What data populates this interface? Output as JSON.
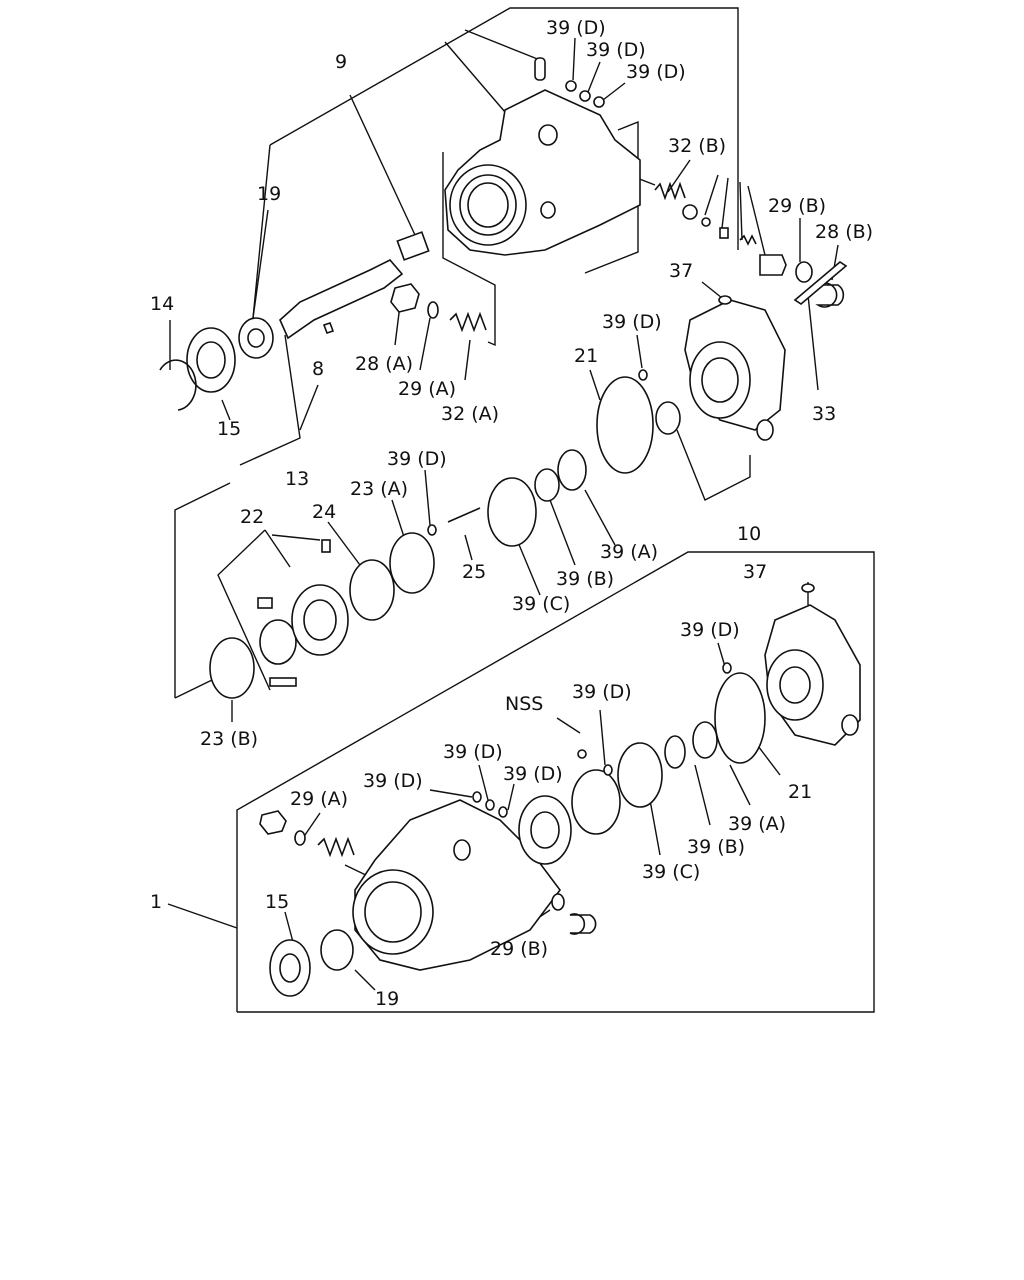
{
  "diagram": {
    "colors": {
      "ink": "#111111",
      "background": "#ffffff"
    },
    "labels": {
      "l9": "9",
      "l19a": "19",
      "l14": "14",
      "l15a": "15",
      "l8": "8",
      "l13": "13",
      "l28a": "28 (A)",
      "l29a": "29 (A)",
      "l32a": "32 (A)",
      "l39d1": "39 (D)",
      "l39d2": "39 (D)",
      "l39d3": "39 (D)",
      "l32b": "32 (B)",
      "l29b": "29 (B)",
      "l28b": "28 (B)",
      "l37a": "37",
      "l39d4": "39 (D)",
      "l21a": "21",
      "l33": "33",
      "l10": "10",
      "l39d5": "39 (D)",
      "l23a": "23 (A)",
      "l24": "24",
      "l22": "22",
      "l25": "25",
      "l39a1": "39 (A)",
      "l39b1": "39 (B)",
      "l39c1": "39 (C)",
      "l23b": "23 (B)",
      "l37b": "37",
      "l39d6": "39 (D)",
      "lnss": "NSS",
      "l39d7": "39 (D)",
      "l39d8": "39 (D)",
      "l39d9": "39 (D)",
      "l39d10": "39 (D)",
      "l29a2": "29 (A)",
      "l21b": "21",
      "l39a2": "39 (A)",
      "l39b2": "39 (B)",
      "l39c2": "39 (C)",
      "l1": "1",
      "l15b": "15",
      "l29b2": "29 (B)",
      "l19b": "19"
    }
  }
}
